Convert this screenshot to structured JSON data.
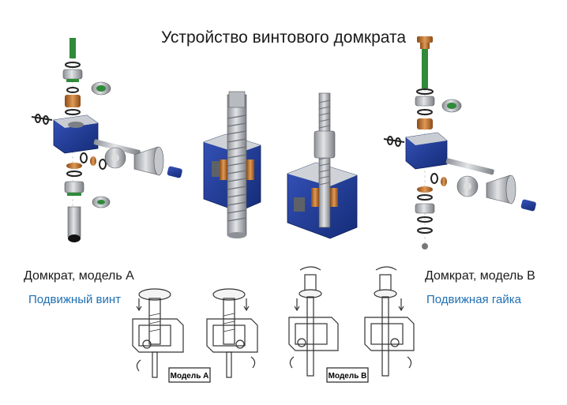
{
  "title": "Устройство винтового домкрата",
  "model_a": {
    "title": "Домкрат, модель А",
    "subtitle": "Подвижный винт",
    "box_label": "Модель А"
  },
  "model_b": {
    "title": "Домкрат, модель В",
    "subtitle": "Подвижная гайка",
    "box_label": "Модель В"
  },
  "colors": {
    "housing": "#1f3f9a",
    "bronze": "#c0722e",
    "green": "#2f8a3a",
    "steel": "#a9adb3",
    "accent_text": "#1f6fb2"
  }
}
